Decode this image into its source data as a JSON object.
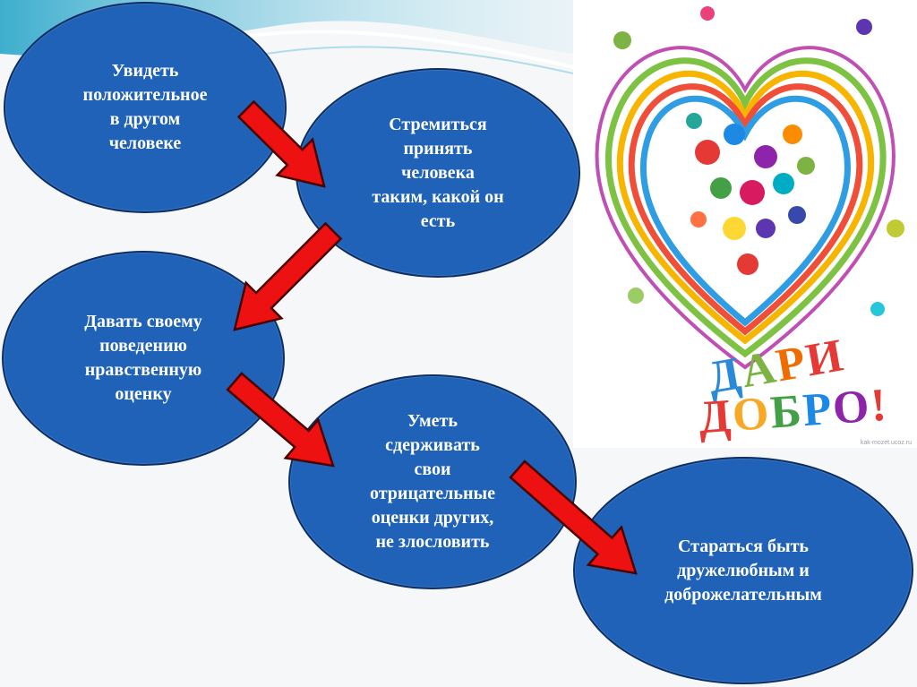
{
  "nodes": [
    {
      "id": "n1",
      "label": "Увидеть\nположительное\nв другом\nчеловеке"
    },
    {
      "id": "n2",
      "label": "Стремиться\nпринять\nчеловека\nтаким, какой он\nесть"
    },
    {
      "id": "n3",
      "label": "Давать своему\nповедению\nнравственную\nоценку"
    },
    {
      "id": "n4",
      "label": "Уметь\nсдерживать\nсвои\nотрицательные\nоценки других,\nне злословить"
    },
    {
      "id": "n5",
      "label": "Стараться быть\nдружелюбным и\nдоброжелательным"
    }
  ],
  "edges": [
    {
      "from": "n1",
      "to": "n2"
    },
    {
      "from": "n2",
      "to": "n3"
    },
    {
      "from": "n3",
      "to": "n4"
    },
    {
      "from": "n4",
      "to": "n5"
    }
  ],
  "poster": {
    "line1": "ДАРИ",
    "line2": "ДОБРО!",
    "watermark": "kak-mozet.ucoz.ru"
  },
  "colors": {
    "node_fill": "#1f62b8",
    "arrow_fill": "#ee1111",
    "arrow_stroke": "#4a0000"
  }
}
